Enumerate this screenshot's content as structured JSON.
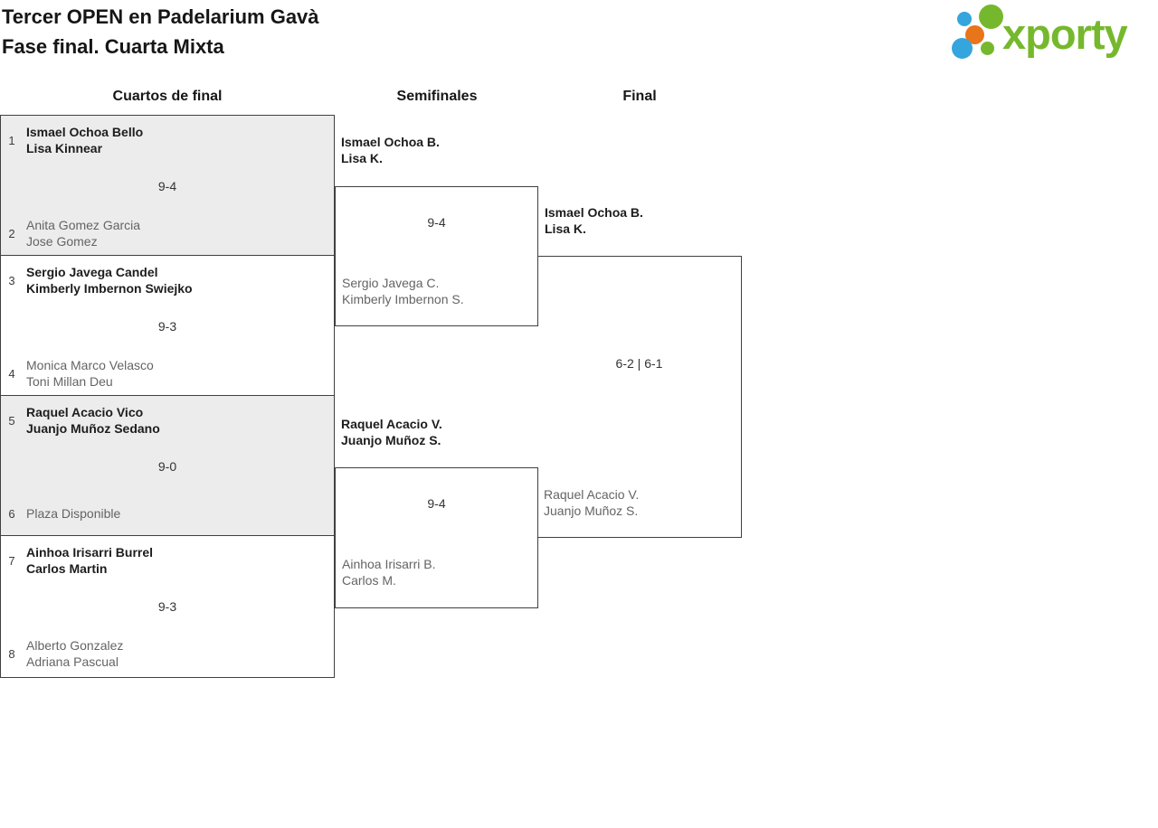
{
  "header": {
    "title_line1": "Tercer OPEN en Padelarium Gavà",
    "title_line2": "Fase final. Cuarta Mixta"
  },
  "logo": {
    "text": "xporty"
  },
  "round_headers": {
    "quarterfinals": "Cuartos de final",
    "semifinals": "Semifinales",
    "final": "Final"
  },
  "bracket": {
    "quarterfinals": [
      {
        "seed_top": "1",
        "team_top": [
          "Ismael Ochoa Bello",
          "Lisa Kinnear"
        ],
        "score": "9-4",
        "seed_bottom": "2",
        "team_bottom": [
          "Anita Gomez Garcia",
          "Jose Gomez"
        ]
      },
      {
        "seed_top": "3",
        "team_top": [
          "Sergio Javega Candel",
          "Kimberly Imbernon Swiejko"
        ],
        "score": "9-3",
        "seed_bottom": "4",
        "team_bottom": [
          "Monica Marco Velasco",
          "Toni Millan Deu"
        ]
      },
      {
        "seed_top": "5",
        "team_top": [
          "Raquel Acacio Vico",
          "Juanjo Muñoz Sedano"
        ],
        "score": "9-0",
        "seed_bottom": "6",
        "team_bottom": [
          "Plaza Disponible"
        ]
      },
      {
        "seed_top": "7",
        "team_top": [
          "Ainhoa Irisarri Burrel",
          "Carlos Martin"
        ],
        "score": "9-3",
        "seed_bottom": "8",
        "team_bottom": [
          "Alberto Gonzalez",
          "Adriana Pascual"
        ]
      }
    ],
    "semifinals": [
      {
        "winner": [
          "Ismael Ochoa B.",
          "Lisa K."
        ],
        "score": "9-4",
        "loser": [
          "Sergio Javega C.",
          "Kimberly Imbernon S."
        ]
      },
      {
        "winner": [
          "Raquel Acacio V.",
          "Juanjo Muñoz S."
        ],
        "score": "9-4",
        "loser": [
          "Ainhoa Irisarri B.",
          "Carlos M."
        ]
      }
    ],
    "final": {
      "winner": [
        "Ismael Ochoa B.",
        "Lisa K."
      ],
      "score": "6-2 | 6-1",
      "loser": [
        "Raquel Acacio V.",
        "Juanjo Muñoz S."
      ]
    }
  },
  "colors": {
    "logo_green": "#76b82d",
    "logo_blue": "#34a5dd",
    "logo_orange": "#e8751a",
    "block_alt_bg": "#ececec",
    "border": "#404040",
    "winner_text": "#1d1d1d",
    "loser_text": "#646464"
  }
}
